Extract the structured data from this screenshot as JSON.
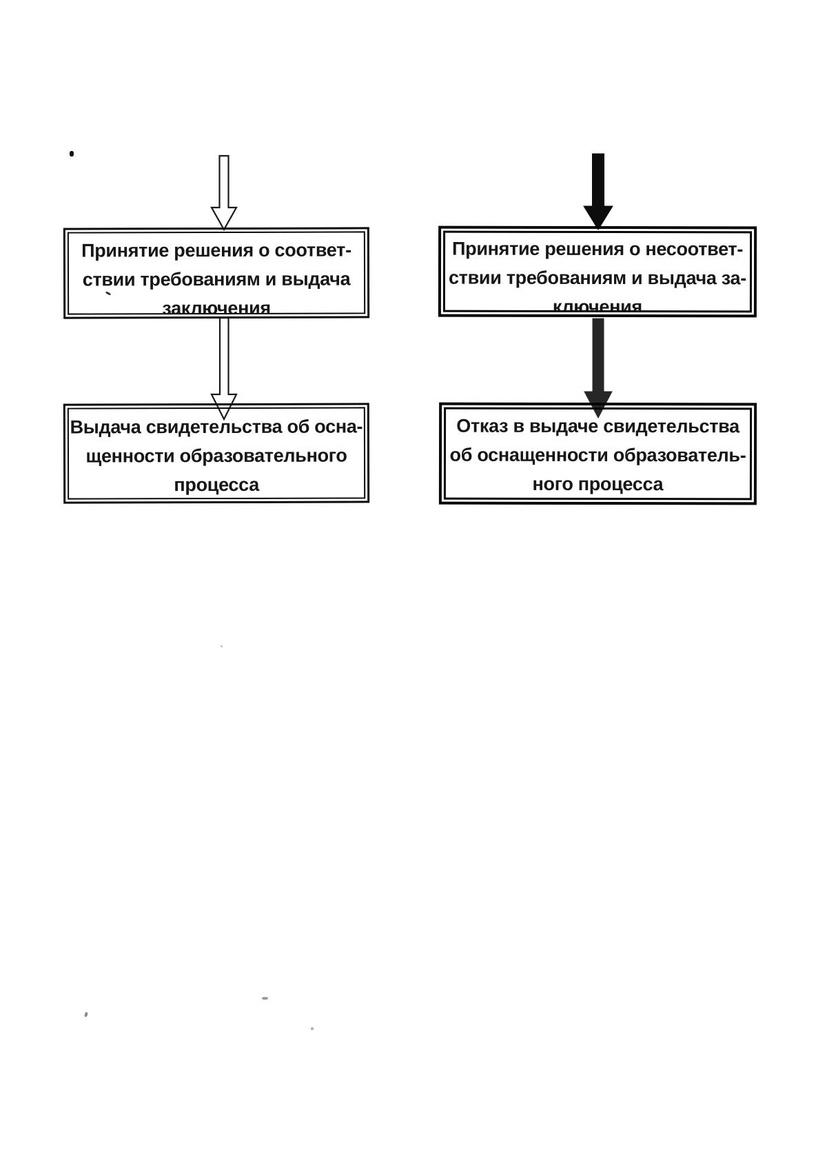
{
  "page": {
    "kind": "scanned-document-flowchart",
    "language": "ru",
    "background_color": "#ffffff",
    "ink_color": "#0b0b0b"
  },
  "diagram": {
    "type": "flowchart",
    "nodes": [
      {
        "id": "decision-compliant",
        "lines": [
          "Принятие решения о соответ-",
          "ствии требованиям и выдача",
          "заключения"
        ],
        "last_line_clipped_by_border": true
      },
      {
        "id": "decision-noncompliant",
        "lines": [
          "Принятие решения о несоответ-",
          "ствии требованиям и выдача за-",
          "ключения"
        ],
        "last_line_clipped_by_border": true
      },
      {
        "id": "issue-certificate",
        "lines": [
          "Выдача свидетельства об осна-",
          "щенности образовательного",
          "процесса"
        ],
        "last_line_clipped_by_border": false
      },
      {
        "id": "refuse-certificate",
        "lines": [
          "Отказ в выдаче свидетельства",
          "об оснащенности образователь-",
          "ного процесса"
        ],
        "last_line_clipped_by_border": false
      }
    ],
    "arrows": [
      {
        "name": "arrow-down-outline-into-decision-compliant",
        "style": "outline",
        "direction": "down"
      },
      {
        "name": "arrow-down-solid-into-decision-noncompliant",
        "style": "solid",
        "direction": "down"
      },
      {
        "name": "arrow-down-outline-compliant-to-certificate",
        "style": "outline",
        "direction": "down"
      },
      {
        "name": "arrow-down-solid-noncompliant-to-refusal",
        "style": "solid",
        "direction": "down"
      }
    ],
    "colors": {
      "outline_arrow_fill": "#ffffff",
      "outline_arrow_stroke": "#1a1a1a",
      "solid_arrow_fill": "#0d0d0d",
      "textured_arrow_fill": "#1c1c1c"
    }
  }
}
